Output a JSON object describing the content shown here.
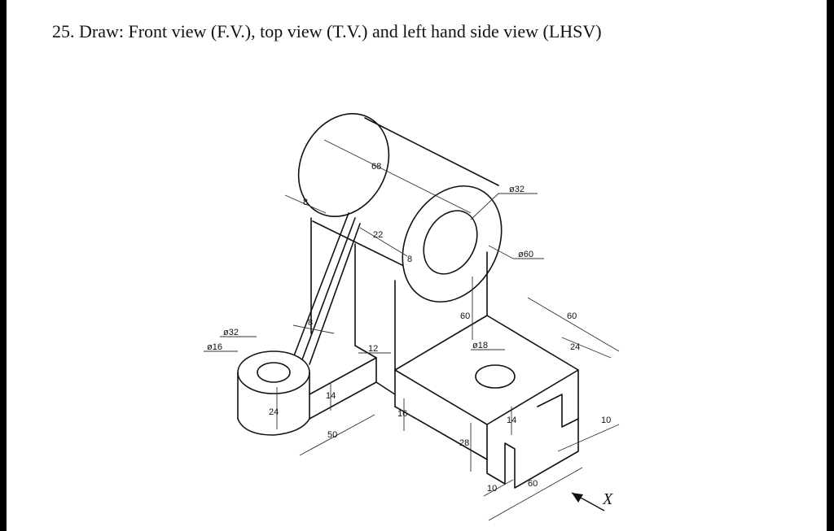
{
  "question": {
    "number": "25.",
    "text": "Draw: Front view (F.V.), top view (T.V.) and left hand side view (LHSV)"
  },
  "drawing": {
    "dimensions": {
      "d68": "68",
      "d8_top": "8",
      "d22": "22",
      "d8_mid": "8",
      "dia32_cyl": "ø32",
      "dia60_cyl": "ø60",
      "d60_height": "60",
      "d8_web": "8",
      "dia32_boss": "ø32",
      "dia16_boss": "ø16",
      "d12": "12",
      "d60_right": "60",
      "d24_right": "24",
      "dia18": "ø18",
      "d14_arm": "14",
      "d24_boss": "24",
      "d50": "50",
      "d16": "16",
      "d28": "28",
      "d14_slot": "14",
      "d10_side": "10",
      "d10_bottom": "10",
      "d60_bottom": "60",
      "direction_mark": "X"
    }
  }
}
